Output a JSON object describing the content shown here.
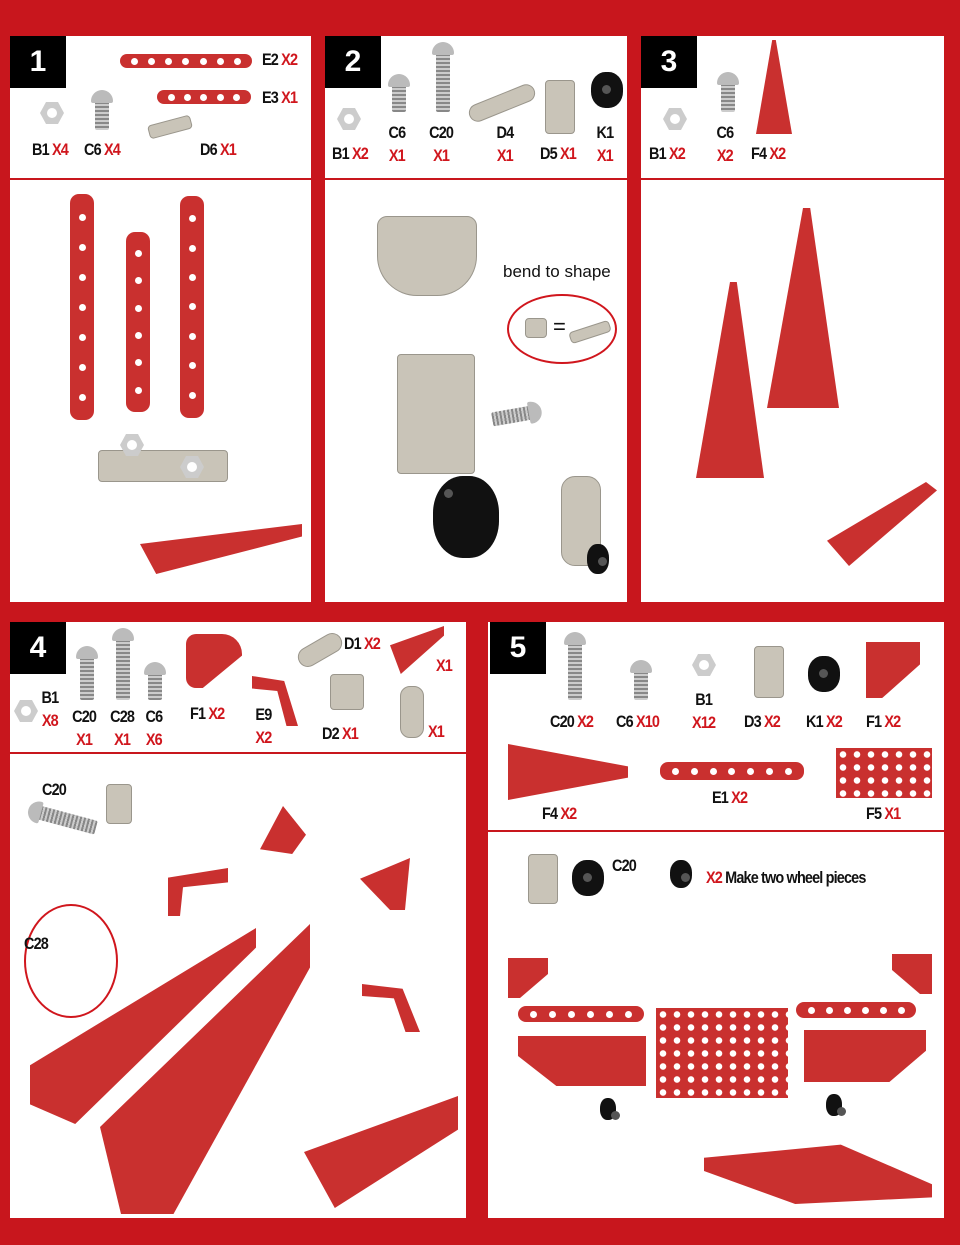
{
  "steps": [
    {
      "number": "1",
      "parts": [
        {
          "name": "E2",
          "qty": "X2"
        },
        {
          "name": "E3",
          "qty": "X1"
        },
        {
          "name": "B1",
          "qty": "X4"
        },
        {
          "name": "C6",
          "qty": "X4"
        },
        {
          "name": "D6",
          "qty": "X1"
        }
      ]
    },
    {
      "number": "2",
      "parts": [
        {
          "name": "B1",
          "qty": "X2"
        },
        {
          "name": "C6",
          "qty": "X1"
        },
        {
          "name": "C20",
          "qty": "X1"
        },
        {
          "name": "D4",
          "qty": "X1"
        },
        {
          "name": "D5",
          "qty": "X1"
        },
        {
          "name": "K1",
          "qty": "X1"
        }
      ],
      "annotation": "bend to shape",
      "equals": "="
    },
    {
      "number": "3",
      "parts": [
        {
          "name": "B1",
          "qty": "X2"
        },
        {
          "name": "C6",
          "qty": "X2"
        },
        {
          "name": "F4",
          "qty": "X2"
        }
      ]
    },
    {
      "number": "4",
      "parts": [
        {
          "name": "B1",
          "qty": "X8"
        },
        {
          "name": "C20",
          "qty": "X1"
        },
        {
          "name": "C28",
          "qty": "X1"
        },
        {
          "name": "C6",
          "qty": "X6"
        },
        {
          "name": "F1",
          "qty": "X2"
        },
        {
          "name": "E9",
          "qty": "X2"
        },
        {
          "name": "D1",
          "qty": "X2"
        },
        {
          "name": "D2",
          "qty": "X1"
        },
        {
          "name": "",
          "qty": "X1"
        },
        {
          "name": "",
          "qty": "X1"
        }
      ],
      "callouts": [
        "C20",
        "C28"
      ]
    },
    {
      "number": "5",
      "parts": [
        {
          "name": "C20",
          "qty": "X2"
        },
        {
          "name": "C6",
          "qty": "X10"
        },
        {
          "name": "B1",
          "qty": "X12"
        },
        {
          "name": "D3",
          "qty": "X2"
        },
        {
          "name": "K1",
          "qty": "X2"
        },
        {
          "name": "F1",
          "qty": "X2"
        },
        {
          "name": "F4",
          "qty": "X2"
        },
        {
          "name": "E1",
          "qty": "X2"
        },
        {
          "name": "F5",
          "qty": "X1"
        }
      ],
      "callout": "C20",
      "note_qty": "X2",
      "note": "Make two wheel pieces"
    }
  ],
  "colors": {
    "brand_red": "#c8161d",
    "part_red": "#c9302f",
    "line_blue": "#2a8fd6"
  }
}
